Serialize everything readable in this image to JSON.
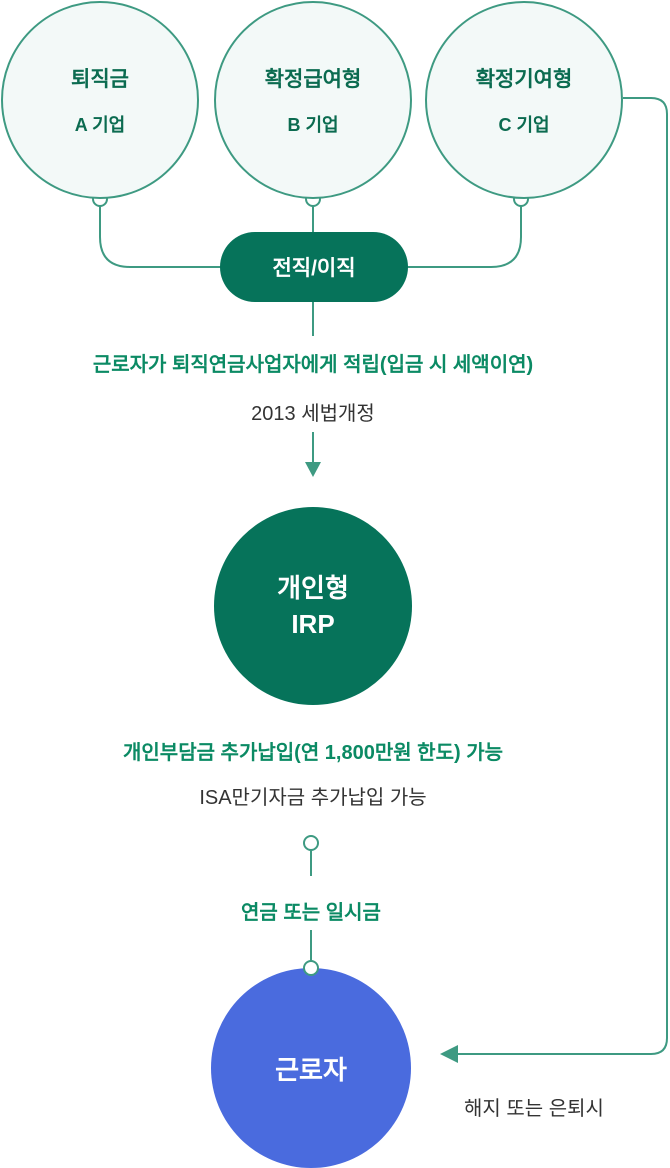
{
  "companies": [
    {
      "title": "퇴직금",
      "sub": "A 기업"
    },
    {
      "title": "확정급여형",
      "sub": "B 기업"
    },
    {
      "title": "확정기여형",
      "sub": "C 기업"
    }
  ],
  "transfer": "전직/이직",
  "deposit_note": "근로자가 퇴직연금사업자에게 적립(입금 시 세액이연)",
  "law_note": "2013 세법개정",
  "irp": {
    "line1": "개인형",
    "line2": "IRP"
  },
  "extra_note": "개인부담금 추가납입(연 1,800만원 한도) 가능",
  "isa_note": "ISA만기자금 추가납입 가능",
  "payout": "연금 또는 일시금",
  "worker": "근로자",
  "termination": "해지 또는 은퇴시",
  "colors": {
    "green": "#06735a",
    "line": "#3e9a82",
    "blue": "#4a6bde"
  }
}
